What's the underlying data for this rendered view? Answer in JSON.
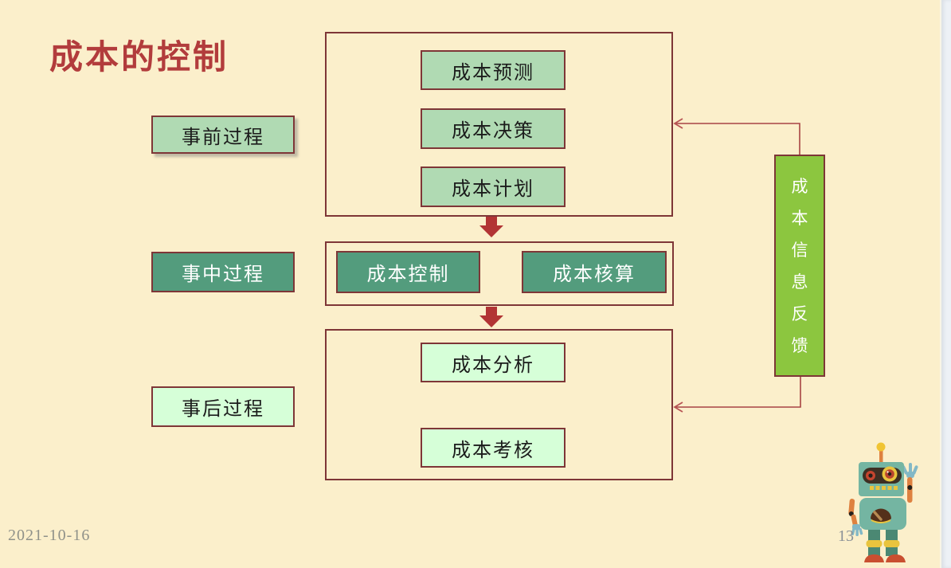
{
  "title": "成本的控制",
  "stages": {
    "pre": {
      "label": "事前过程",
      "items": [
        "成本预测",
        "成本决策",
        "成本计划"
      ]
    },
    "during": {
      "label": "事中过程",
      "items": [
        "成本控制",
        "成本核算"
      ]
    },
    "post": {
      "label": "事后过程",
      "items": [
        "成本分析",
        "成本考核"
      ]
    }
  },
  "feedback": {
    "label": "成本信息反馈"
  },
  "footer": {
    "date": "2021-10-16",
    "page_number": "13"
  },
  "colors": {
    "slide_background": "#FBEFCB",
    "title_red": "#B23C3C",
    "box_border_maroon": "#7E3637",
    "light_green_fill": "#B0DAB3",
    "teal_green_fill": "#539C7D",
    "mint_green_fill": "#D6FFD8",
    "bright_green_fill": "#8CC63F",
    "flow_arrow_red": "#B23434",
    "footer_gray": "#8F9189"
  },
  "decorations": {
    "mascot": "robot",
    "flow_arrow_icon": "down-block-arrow",
    "feedback_arrow_icon": "left-open-arrow"
  }
}
